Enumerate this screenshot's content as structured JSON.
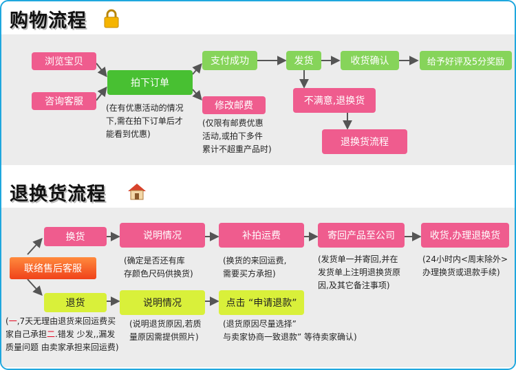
{
  "purchase": {
    "title": "购物流程",
    "browse": "浏览宝贝",
    "consult": "咨询客服",
    "order": "拍下订单",
    "order_note": [
      "(在有优惠活动的情况",
      "下,需在拍下订单后才",
      "能看到优惠)"
    ],
    "pay": "支付成功",
    "postage": "修改邮费",
    "postage_note": [
      "(仅限有邮费优惠",
      "活动,或拍下多件",
      "累计不超重产品时)"
    ],
    "ship": "发货",
    "confirm": "收货确认",
    "review": "给予好评及5分奖励",
    "unsatisfied": "不满意,退换货",
    "return_flow": "退换货流程"
  },
  "returns": {
    "title": "退换货流程",
    "service": "联络售后客服",
    "exchange": "换货",
    "explain1": "说明情况",
    "explain1_note": [
      "(确定是否还有库",
      "存颜色尺码供换货)"
    ],
    "repay": "补拍运费",
    "repay_note": [
      "(换货的来回运费,",
      "需要买方承担)"
    ],
    "sendback": "寄回产品至公司",
    "sendback_note": [
      "(发货单一并寄回,并在",
      "发货单上注明退换货原",
      "因,及其它备注事项)"
    ],
    "receive": "收货,办理退换货",
    "receive_note": [
      "(24小时内<周末除外>",
      "办理换货或退款手续)"
    ],
    "refund": "退货",
    "refund_note": {
      "l1a": "(",
      "l1b": "一",
      "l1c": ",7天无理由退货来回运费买",
      "l2a": "家自己承担",
      "l2b": "二",
      "l2c": ".错发 少发,,漏发",
      "l3": "质量问题 由卖家承担来回运费)"
    },
    "explain2": "说明情况",
    "explain2_note": [
      "(说明退货原因,若质",
      "量原因需提供照片)"
    ],
    "apply": "点击 “申请退款”",
    "apply_note": [
      "(退货原因尽量选择”",
      "与卖家协商一致退款” 等待卖家确认)"
    ]
  },
  "colors": {
    "pink": "#ef5c8e",
    "green": "#86d45a",
    "order_green": "#48c032",
    "yellow": "#d9f03a",
    "orange": "#f0421a",
    "border": "#1ea7de",
    "arrow": "#555555"
  },
  "icons": {
    "purchase_title": "lock-icon",
    "returns_title": "house-icon"
  }
}
